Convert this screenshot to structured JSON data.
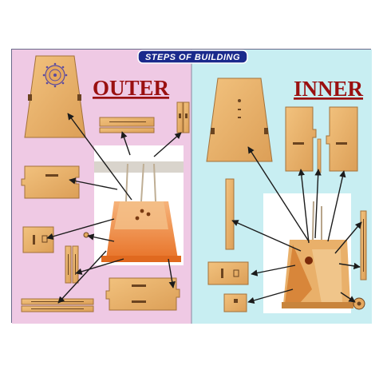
{
  "banner": {
    "title": "STEPS OF BUILDING"
  },
  "left_panel": {
    "heading": "OUTER"
  },
  "right_panel": {
    "heading": "INNER"
  },
  "colors": {
    "left_bg": "#efc9e4",
    "right_bg": "#c8eef2",
    "wood": "#e9b06a",
    "wood_edge": "#a3713a",
    "arrow": "#1b1b1b",
    "heading": "#9a1010",
    "banner_bg": "#1a2a8c",
    "photo_orange": "#f08a3a"
  }
}
